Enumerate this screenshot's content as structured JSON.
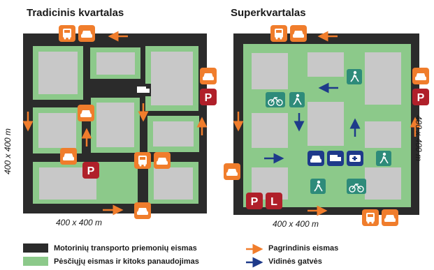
{
  "panels": {
    "left_title": "Tradicinis kvartalas",
    "right_title": "Superkvartalas"
  },
  "dimensions": {
    "left_bottom": "400 x 400 m",
    "left_side": "400 x 400 m",
    "right_bottom": "400 x 400 m",
    "right_side": "400 x 400 m"
  },
  "signs": {
    "parking": "P",
    "learner": "L"
  },
  "legend": {
    "motor_traffic": "Motorinių transporto priemonių eismas",
    "pedestrian": "Pėsčiųjų eismas ir kitoks panaudojimas",
    "main_traffic": "Pagrindinis eismas",
    "internal_streets": "Vidinės gatvės"
  },
  "colors": {
    "road": "#2b2b2b",
    "green": "#8cc98a",
    "building": "#c8c8c8",
    "orange": "#f07d2c",
    "navy": "#1e3a8a",
    "teal": "#2e8b7a",
    "parking_red": "#b0202a"
  }
}
